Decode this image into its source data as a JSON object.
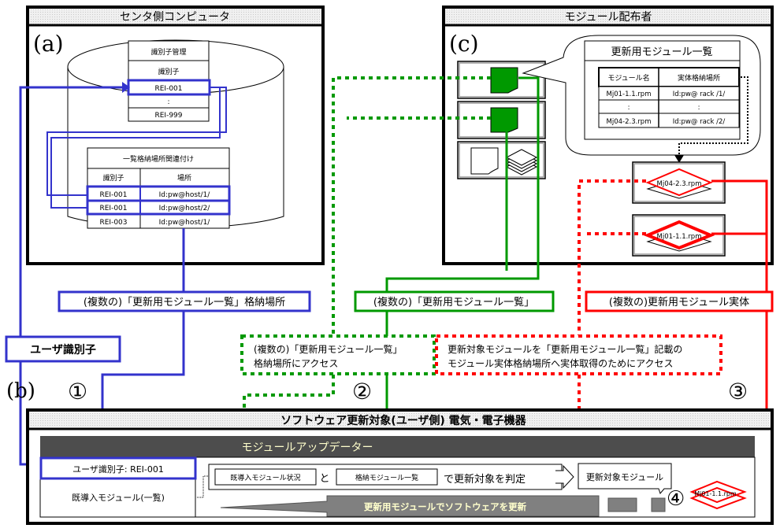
{
  "center": {
    "title": "センタ側コンピュータ",
    "label": "(a)",
    "id_table": {
      "title": "識別子管理",
      "header": "識別子",
      "rows": [
        "REI-001",
        ":",
        "REI-999"
      ]
    },
    "assoc_table": {
      "title": "一覧格納場所関連付け",
      "headers": [
        "識別子",
        "場所"
      ],
      "rows": [
        [
          "REI-001",
          "Id:pw@host/1/"
        ],
        [
          "REI-001",
          "Id:pw@host/2/"
        ],
        [
          "REI-003",
          "Id:pw@host/1/"
        ]
      ]
    }
  },
  "distributor": {
    "title": "モジュール配布者",
    "label": "(c)",
    "list_table": {
      "title": "更新用モジュール一覧",
      "headers": [
        "モジュール名",
        "実体格納場所"
      ],
      "rows": [
        [
          "Mj01-1.1.rpm",
          "Id:pw@ rack /1/"
        ],
        [
          ":",
          ":"
        ],
        [
          "Mj04-2.3.rpm",
          "Id:pw@ rack /2/"
        ]
      ]
    },
    "modules": [
      "Mj04-2.3.rpm",
      "Mj01-1.1.rpm"
    ]
  },
  "flow_labels": {
    "list_location": "(複数の)「更新用モジュール一覧」格納場所",
    "module_list": "(複数の)「更新用モジュール一覧」",
    "module_entity": "(複数の)更新用モジュール実体",
    "user_id": "ユーザ識別子",
    "access_list_line1": "(複数の)「更新用モジュール一覧」",
    "access_list_line2": "格納場所にアクセス",
    "access_entity_line1": "更新対象モジュールを「更新用モジュール一覧」記載の",
    "access_entity_line2": "モジュール実体格納場所へ実体取得のためにアクセス"
  },
  "steps": {
    "b_label": "(b)",
    "step1": "①",
    "step2": "②",
    "step3": "③",
    "step4": "④"
  },
  "device": {
    "title": "ソフトウェア更新対象(ユーザ側) 電気・電子機器",
    "updater_title": "モジュールアップデーター",
    "user_id_value": "ユーザ識別子: REI-001",
    "installed_modules": "既導入モジュール(一覧)",
    "installed_status": "既導入モジュール状況",
    "and": "と",
    "stored_list": "格納モジュール一覧",
    "judge_text": "で更新対象を判定",
    "target_module": "更新対象モジュール",
    "update_arrow_text": "更新用モジュールでソフトウェアを更新",
    "incoming_module": "Mj01-1.1.rpm"
  },
  "colors": {
    "blue": "#3333cc",
    "green": "#009900",
    "red": "#ff0000",
    "dark_bar": "#4d4d4d",
    "arrow_gray": "#808080",
    "arrow_text": "#ffffcc"
  }
}
